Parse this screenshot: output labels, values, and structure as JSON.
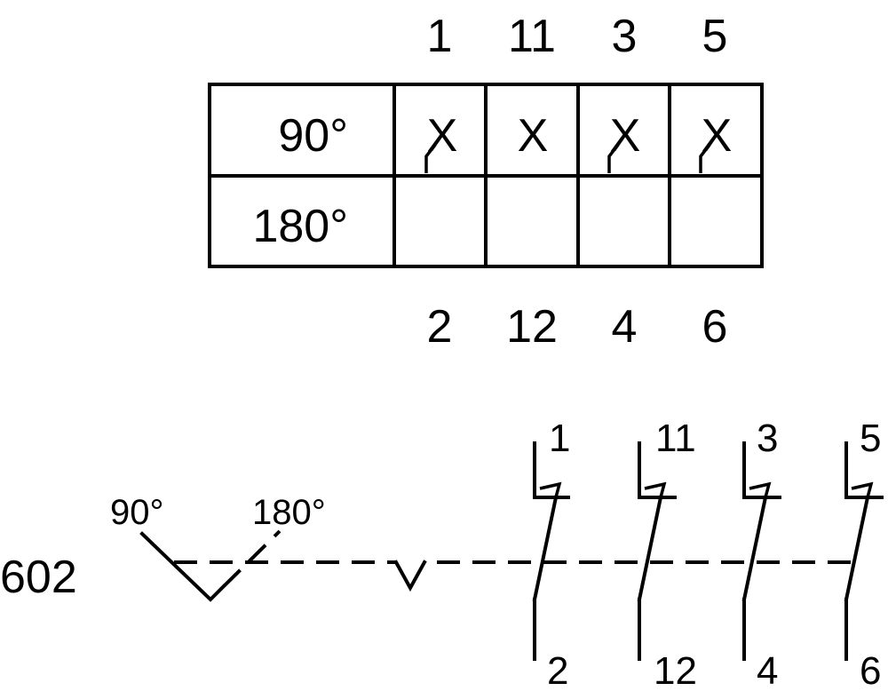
{
  "table": {
    "top_terminals": [
      "1",
      "11",
      "3",
      "5"
    ],
    "bottom_terminals": [
      "2",
      "12",
      "4",
      "6"
    ],
    "rows": [
      {
        "label": "90°",
        "marks": [
          "X",
          "X",
          "X",
          "X"
        ]
      },
      {
        "label": "180°",
        "marks": [
          "",
          "",
          "",
          ""
        ]
      }
    ]
  },
  "schematic": {
    "id": "602",
    "positions": [
      "90°",
      "180°"
    ],
    "contacts": [
      {
        "top": "1",
        "bottom": "2"
      },
      {
        "top": "11",
        "bottom": "12"
      },
      {
        "top": "3",
        "bottom": "4"
      },
      {
        "top": "5",
        "bottom": "6"
      }
    ]
  }
}
